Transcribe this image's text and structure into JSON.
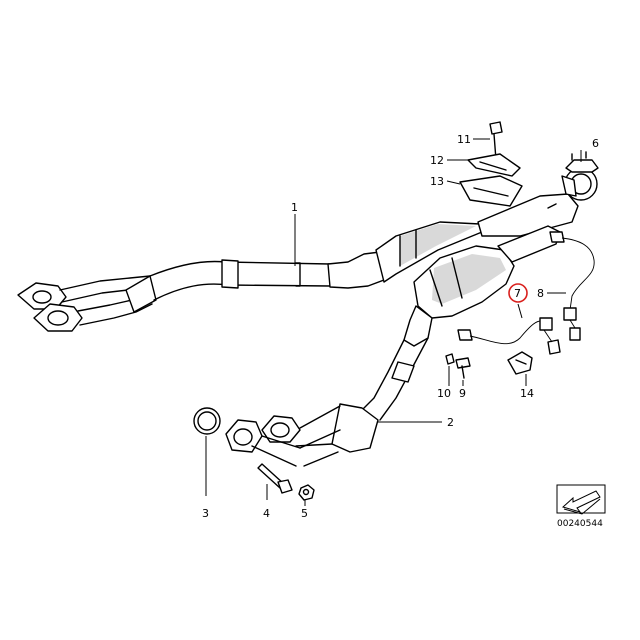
{
  "labels": {
    "p1": "1",
    "p2": "2",
    "p3": "3",
    "p4": "4",
    "p5": "5",
    "p6": "6",
    "p7": "7",
    "p8": "8",
    "p9": "9",
    "p10": "10",
    "p11": "11",
    "p12": "12",
    "p13": "13",
    "p14": "14"
  },
  "highlighted_part": "7",
  "highlight_color": "#d9201d",
  "diagram_code": "00240544",
  "icons": {
    "corner": "arrow-direction-icon"
  }
}
